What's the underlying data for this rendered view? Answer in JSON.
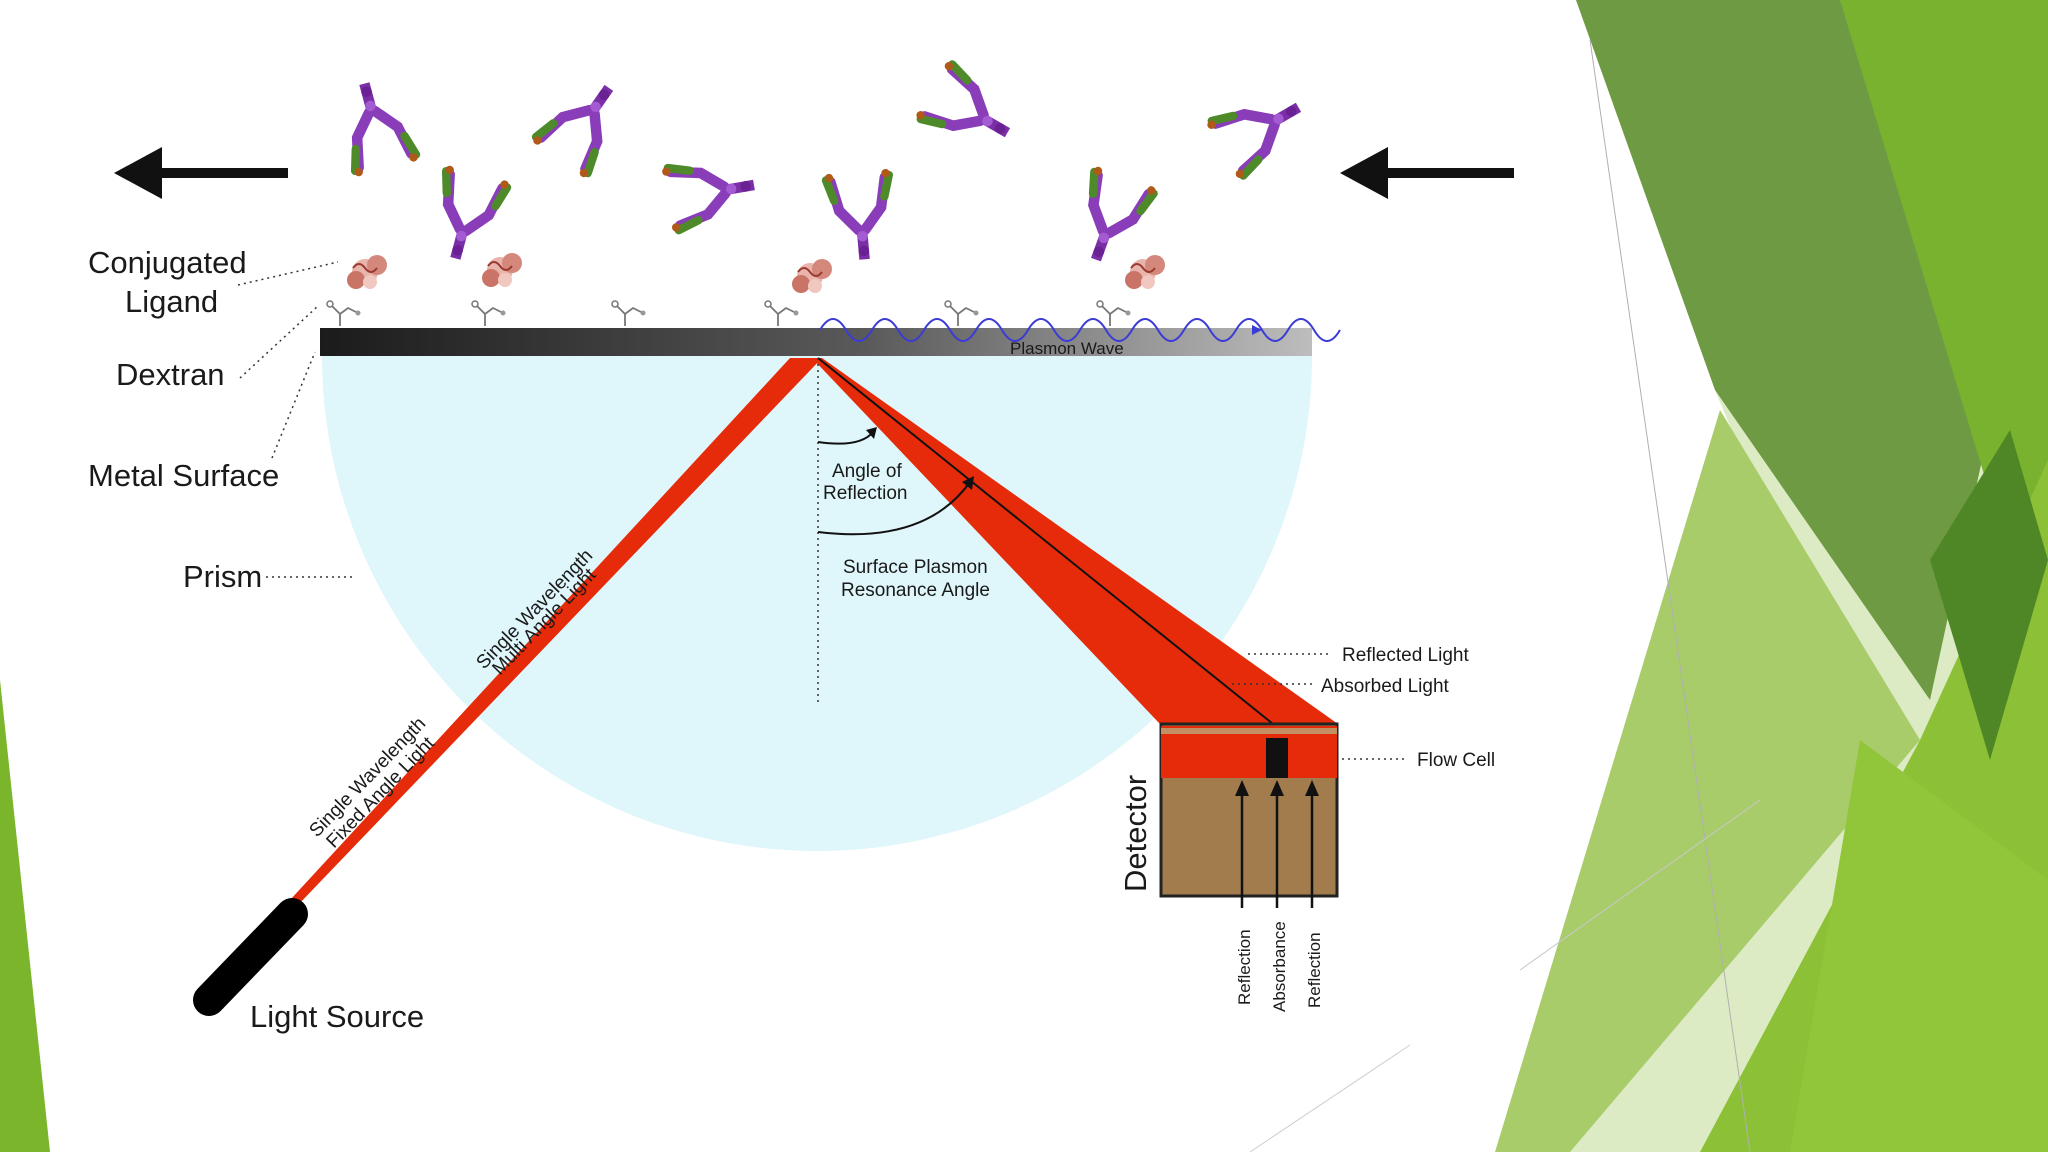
{
  "colors": {
    "beam": "#e52b0a",
    "prism": "#dff6fa",
    "detector": "#a37c4e",
    "green_dark": "#5f8f38",
    "green_mid": "#7ab52c",
    "green_light": "#cfe6a8"
  },
  "icons": [
    "flow-arrow-icon",
    "antibody-icon",
    "ligand-protein-icon",
    "dextran-linker-icon",
    "light-source-icon"
  ],
  "labels": {
    "conjugated_ligand_line1": "Conjugated",
    "conjugated_ligand_line2": "Ligand",
    "dextran": "Dextran",
    "metal_surface": "Metal Surface",
    "prism": "Prism",
    "light_source": "Light Source",
    "plasmon_wave": "Plasmon Wave",
    "angle_reflection_line1": "Angle of",
    "angle_reflection_line2": "Reflection",
    "spr_angle_line1": "Surface Plasmon",
    "spr_angle_line2": "Resonance Angle",
    "multi_angle_line1": "Single Wavelength",
    "multi_angle_line2": "Multi Angle Light",
    "fixed_angle_line1": "Single Wavelength",
    "fixed_angle_line2": "Fixed Angle Light",
    "reflected_light": "Reflected Light",
    "absorbed_light": "Absorbed Light",
    "flow_cell": "Flow Cell",
    "detector": "Detector",
    "reflection_left": "Reflection",
    "absorbance": "Absorbance",
    "reflection_right": "Reflection"
  }
}
